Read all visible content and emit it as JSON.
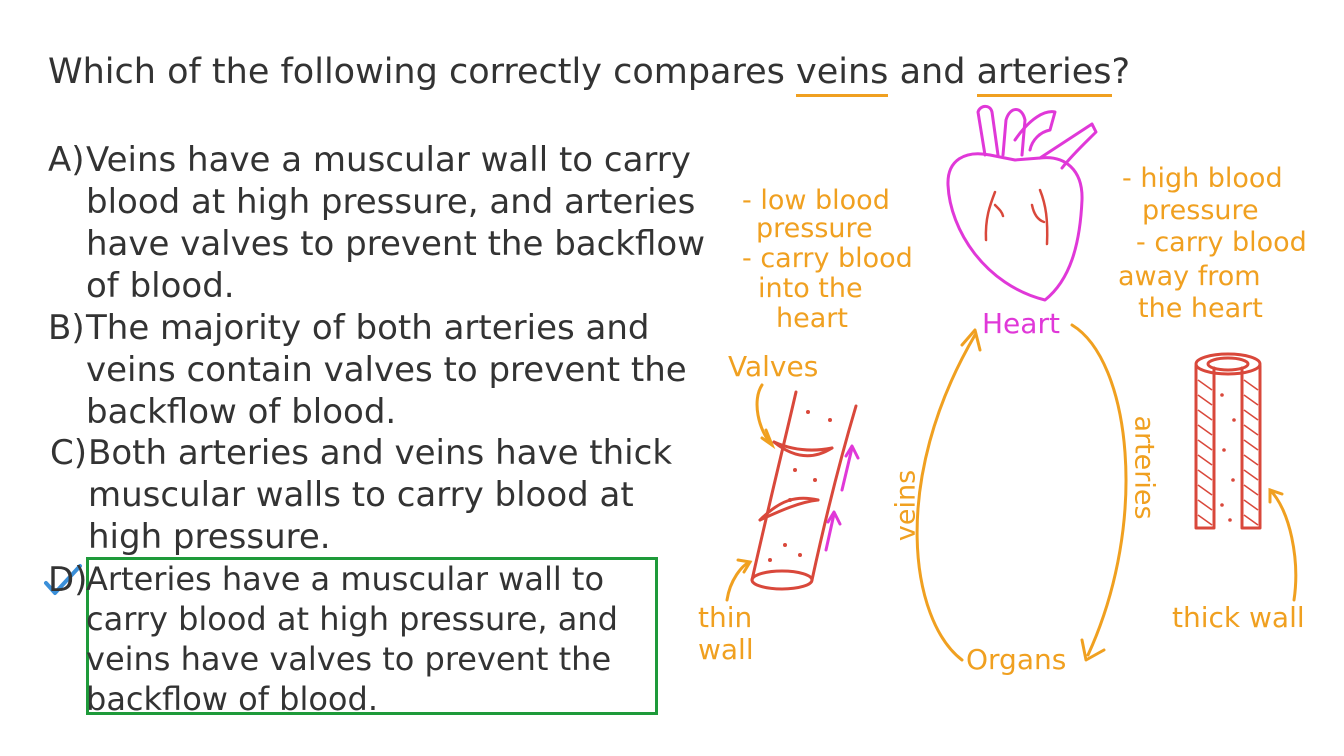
{
  "question": {
    "prefix": "Which of the following correctly compares",
    "term1": "veins",
    "middle": "and",
    "term2": "arteries",
    "suffix": "?"
  },
  "options": [
    {
      "letter": "A)",
      "lines": [
        "Veins have a muscular wall to carry",
        "blood at high pressure, and arteries",
        "have valves to prevent the backflow",
        "of blood."
      ]
    },
    {
      "letter": "B)",
      "lines": [
        "The majority of both arteries and",
        "veins contain valves to prevent the",
        "backflow of blood."
      ]
    },
    {
      "letter": "C)",
      "lines": [
        "Both arteries and veins have thick",
        "muscular walls to carry blood at",
        "high pressure."
      ]
    },
    {
      "letter": "D)",
      "lines": [
        "Arteries have a muscular wall to",
        "carry blood at high pressure, and",
        "veins have valves to prevent the",
        "backflow of blood."
      ],
      "selected": true
    }
  ],
  "diagram": {
    "vein_notes": [
      "- low blood",
      "pressure",
      "- carry blood",
      "into the",
      "heart"
    ],
    "artery_notes": [
      "- high blood",
      "pressure",
      "- carry blood",
      "away from",
      "the heart"
    ],
    "heart_label": "Heart",
    "organs_label": "Organs",
    "veins_label": "veins",
    "arteries_label": "arteries",
    "valves_label": "Valves",
    "thin_wall_label": [
      "thin",
      "wall"
    ],
    "thick_wall_label": "thick wall"
  },
  "colors": {
    "text": "#333333",
    "highlight": "#F0A020",
    "heart": "#E038D8",
    "vessel": "#D9483B",
    "answer_box": "#1E9A3A",
    "check": "#3A8FD9"
  },
  "icons": {
    "check": "check-icon",
    "heart": "heart-icon"
  }
}
